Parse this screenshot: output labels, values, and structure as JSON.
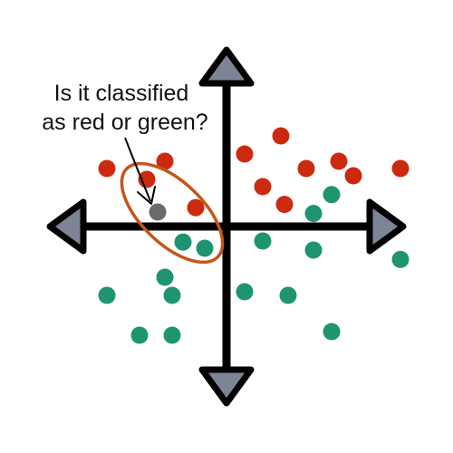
{
  "question": {
    "line1": "Is it classified",
    "line2": "as red or green?"
  },
  "colors": {
    "red": "#cc2a10",
    "green": "#1e9570",
    "query": "#6b6b6b",
    "ellipse": "#c4561a",
    "arrowhead": "#7c8593",
    "axis": "#000000",
    "text": "#111111"
  },
  "points": {
    "red": [
      [
        -3.3,
        1.6
      ],
      [
        -1.7,
        1.8
      ],
      [
        -2.2,
        1.3
      ],
      [
        -0.85,
        0.52
      ],
      [
        0.5,
        2.0
      ],
      [
        1.5,
        2.5
      ],
      [
        1.0,
        1.1
      ],
      [
        1.6,
        0.61
      ],
      [
        2.2,
        1.6
      ],
      [
        3.1,
        1.8
      ],
      [
        3.5,
        1.4
      ],
      [
        4.8,
        1.6
      ]
    ],
    "green": [
      [
        2.9,
        0.88
      ],
      [
        2.4,
        0.36
      ],
      [
        1.0,
        -0.4
      ],
      [
        2.4,
        -0.65
      ],
      [
        4.8,
        -0.91
      ],
      [
        0.5,
        -1.8
      ],
      [
        1.7,
        -1.9
      ],
      [
        2.9,
        -2.9
      ],
      [
        -1.2,
        -0.43
      ],
      [
        -0.6,
        -0.6
      ],
      [
        -1.7,
        -1.4
      ],
      [
        -1.5,
        -1.9
      ],
      [
        -3.3,
        -1.9
      ],
      [
        -2.4,
        -3.0
      ],
      [
        -1.5,
        -3.0
      ]
    ],
    "query": [
      [
        -1.9,
        0.4
      ]
    ]
  }
}
